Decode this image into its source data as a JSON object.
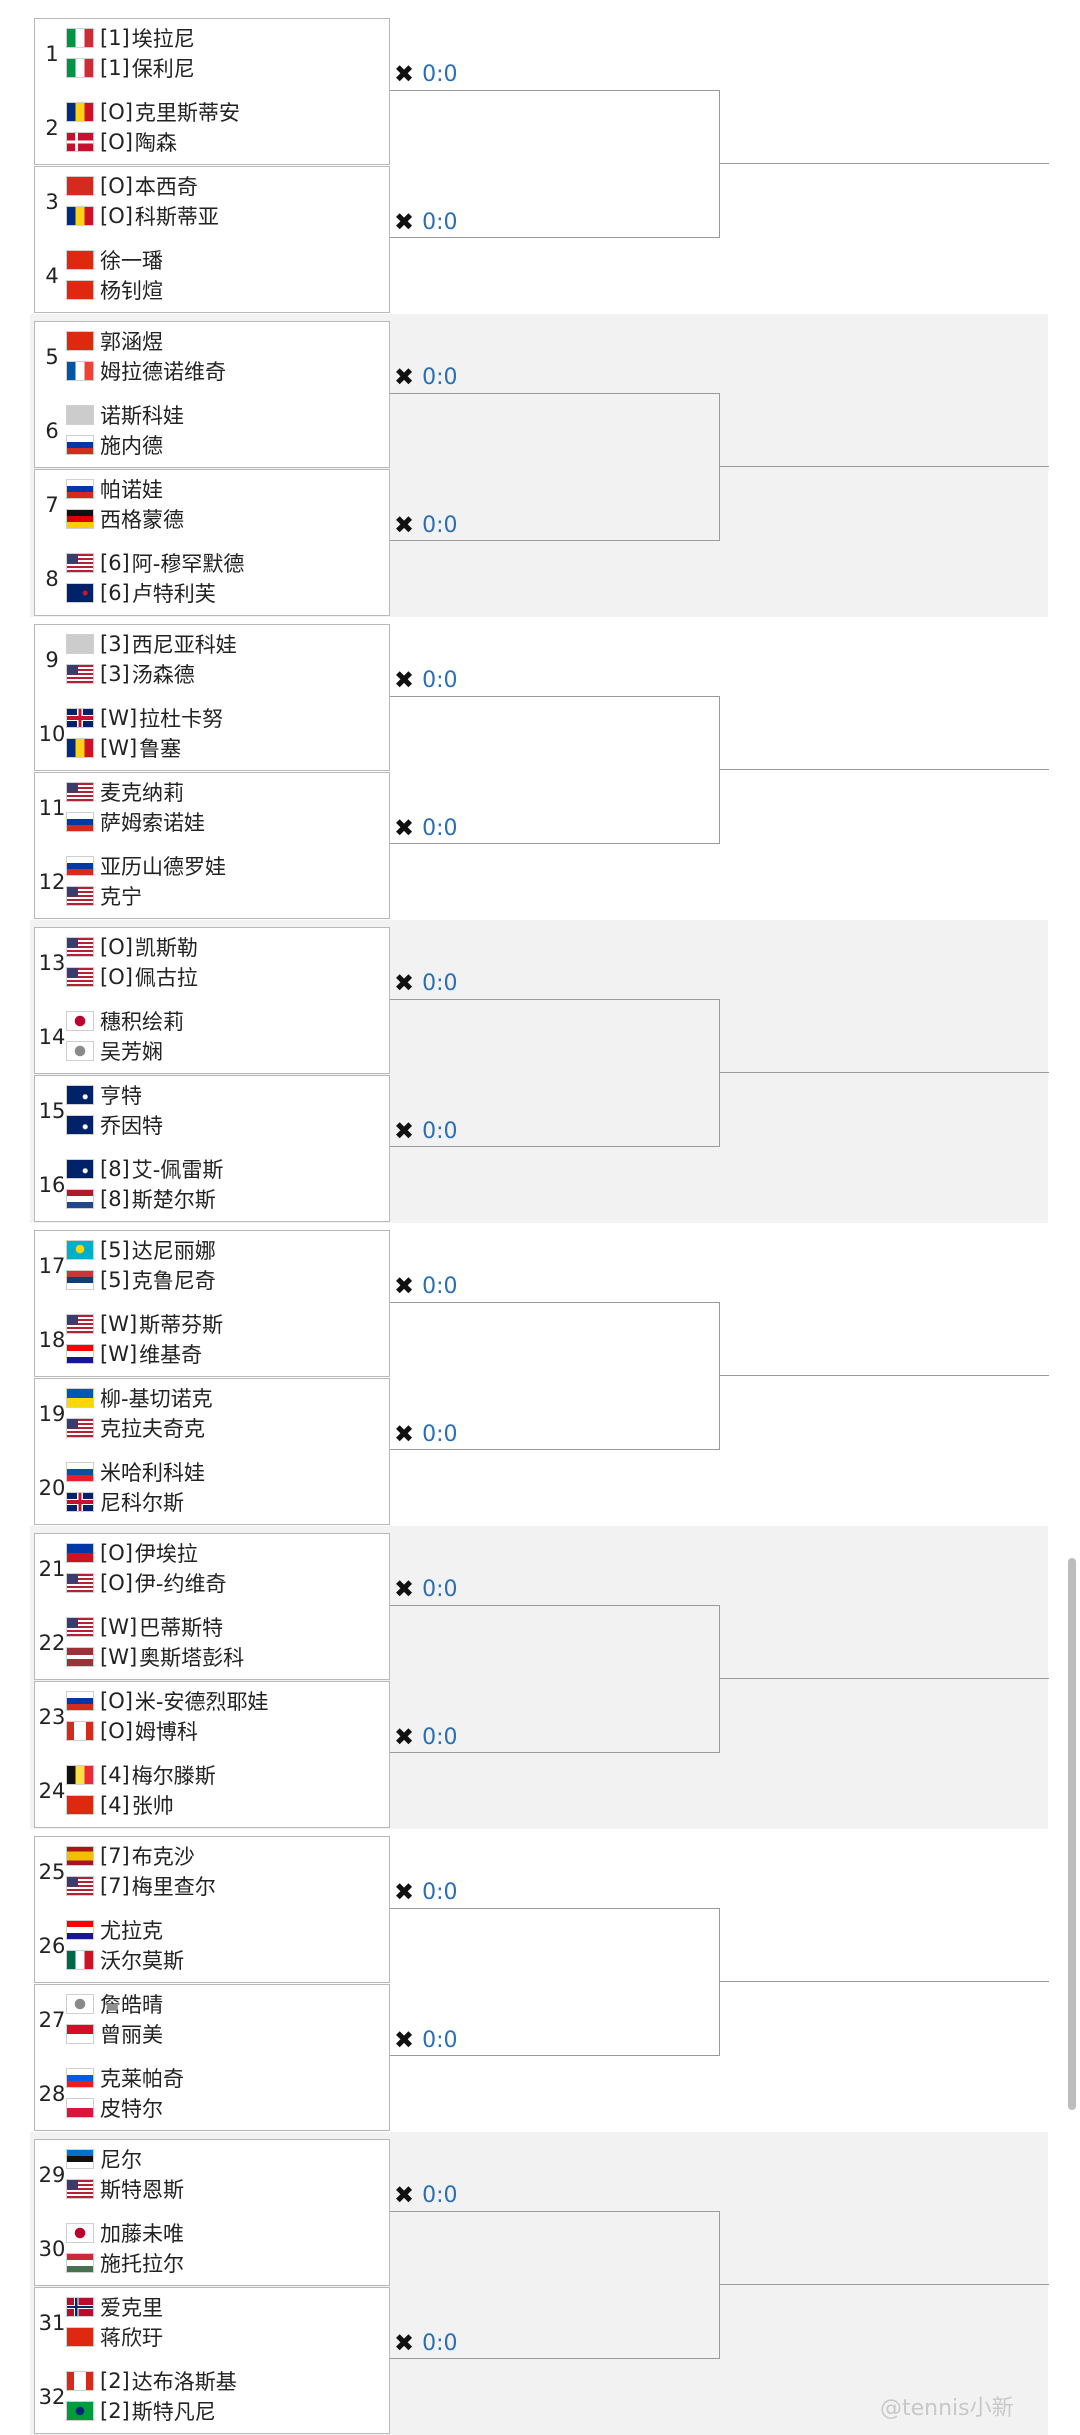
{
  "score_text": "0:0",
  "watermark": "@tennis小新",
  "entries": [
    {
      "num": "1",
      "p1": {
        "flag": "it",
        "seed": "[1]",
        "name": "埃拉尼"
      },
      "p2": {
        "flag": "it",
        "seed": "[1]",
        "name": "保利尼"
      }
    },
    {
      "num": "2",
      "p1": {
        "flag": "ro",
        "seed": "[O]",
        "name": "克里斯蒂安"
      },
      "p2": {
        "flag": "dk",
        "seed": "[O]",
        "name": "陶森"
      }
    },
    {
      "num": "3",
      "p1": {
        "flag": "ch",
        "seed": "[O]",
        "name": "本西奇"
      },
      "p2": {
        "flag": "ro",
        "seed": "[O]",
        "name": "科斯蒂亚"
      }
    },
    {
      "num": "4",
      "p1": {
        "flag": "cn",
        "seed": "",
        "name": "徐一璠"
      },
      "p2": {
        "flag": "cn",
        "seed": "",
        "name": "杨钊煊"
      }
    },
    {
      "num": "5",
      "p1": {
        "flag": "cn",
        "seed": "",
        "name": "郭涵煜"
      },
      "p2": {
        "flag": "fr",
        "seed": "",
        "name": "姆拉德诺维奇"
      }
    },
    {
      "num": "6",
      "p1": {
        "flag": "cz",
        "seed": "",
        "name": "诺斯科娃"
      },
      "p2": {
        "flag": "ru",
        "seed": "",
        "name": "施内德"
      }
    },
    {
      "num": "7",
      "p1": {
        "flag": "ru",
        "seed": "",
        "name": "帕诺娃"
      },
      "p2": {
        "flag": "de",
        "seed": "",
        "name": "西格蒙德"
      }
    },
    {
      "num": "8",
      "p1": {
        "flag": "us",
        "seed": "[6]",
        "name": "阿-穆罕默德"
      },
      "p2": {
        "flag": "nz",
        "seed": "[6]",
        "name": "卢特利芙"
      }
    },
    {
      "num": "9",
      "p1": {
        "flag": "cz",
        "seed": "[3]",
        "name": "西尼亚科娃"
      },
      "p2": {
        "flag": "us",
        "seed": "[3]",
        "name": "汤森德"
      }
    },
    {
      "num": "10",
      "p1": {
        "flag": "gb",
        "seed": "[W]",
        "name": "拉杜卡努"
      },
      "p2": {
        "flag": "ro",
        "seed": "[W]",
        "name": "鲁塞"
      }
    },
    {
      "num": "11",
      "p1": {
        "flag": "us",
        "seed": "",
        "name": "麦克纳莉"
      },
      "p2": {
        "flag": "ru",
        "seed": "",
        "name": "萨姆索诺娃"
      }
    },
    {
      "num": "12",
      "p1": {
        "flag": "ru",
        "seed": "",
        "name": "亚历山德罗娃"
      },
      "p2": {
        "flag": "us",
        "seed": "",
        "name": "克宁"
      }
    },
    {
      "num": "13",
      "p1": {
        "flag": "us",
        "seed": "[O]",
        "name": "凯斯勒"
      },
      "p2": {
        "flag": "us",
        "seed": "[O]",
        "name": "佩古拉"
      }
    },
    {
      "num": "14",
      "p1": {
        "flag": "jp",
        "seed": "",
        "name": "穗积绘莉"
      },
      "p2": {
        "flag": "tpe",
        "seed": "",
        "name": "吴芳娴"
      }
    },
    {
      "num": "15",
      "p1": {
        "flag": "au",
        "seed": "",
        "name": "亨特"
      },
      "p2": {
        "flag": "au",
        "seed": "",
        "name": "乔因特"
      }
    },
    {
      "num": "16",
      "p1": {
        "flag": "au",
        "seed": "[8]",
        "name": "艾-佩雷斯"
      },
      "p2": {
        "flag": "nl",
        "seed": "[8]",
        "name": "斯楚尔斯"
      }
    },
    {
      "num": "17",
      "p1": {
        "flag": "kz",
        "seed": "[5]",
        "name": "达尼丽娜"
      },
      "p2": {
        "flag": "rs",
        "seed": "[5]",
        "name": "克鲁尼奇"
      }
    },
    {
      "num": "18",
      "p1": {
        "flag": "us",
        "seed": "[W]",
        "name": "斯蒂芬斯"
      },
      "p2": {
        "flag": "hr",
        "seed": "[W]",
        "name": "维基奇"
      }
    },
    {
      "num": "19",
      "p1": {
        "flag": "ua",
        "seed": "",
        "name": "柳-基切诺克"
      },
      "p2": {
        "flag": "us",
        "seed": "",
        "name": "克拉夫奇克"
      }
    },
    {
      "num": "20",
      "p1": {
        "flag": "sk",
        "seed": "",
        "name": "米哈利科娃"
      },
      "p2": {
        "flag": "gb",
        "seed": "",
        "name": "尼科尔斯"
      }
    },
    {
      "num": "21",
      "p1": {
        "flag": "ph",
        "seed": "[O]",
        "name": "伊埃拉"
      },
      "p2": {
        "flag": "us",
        "seed": "[O]",
        "name": "伊-约维奇"
      }
    },
    {
      "num": "22",
      "p1": {
        "flag": "us",
        "seed": "[W]",
        "name": "巴蒂斯特"
      },
      "p2": {
        "flag": "lv",
        "seed": "[W]",
        "name": "奥斯塔彭科"
      }
    },
    {
      "num": "23",
      "p1": {
        "flag": "ru",
        "seed": "[O]",
        "name": "米-安德烈耶娃"
      },
      "p2": {
        "flag": "ca",
        "seed": "[O]",
        "name": "姆博科"
      }
    },
    {
      "num": "24",
      "p1": {
        "flag": "be",
        "seed": "[4]",
        "name": "梅尔滕斯"
      },
      "p2": {
        "flag": "cn",
        "seed": "[4]",
        "name": "张帅"
      }
    },
    {
      "num": "25",
      "p1": {
        "flag": "es",
        "seed": "[7]",
        "name": "布克沙"
      },
      "p2": {
        "flag": "us",
        "seed": "[7]",
        "name": "梅里查尔"
      }
    },
    {
      "num": "26",
      "p1": {
        "flag": "hr",
        "seed": "",
        "name": "尤拉克"
      },
      "p2": {
        "flag": "mx",
        "seed": "",
        "name": "沃尔莫斯"
      }
    },
    {
      "num": "27",
      "p1": {
        "flag": "tpe",
        "seed": "",
        "name": "詹皓晴"
      },
      "p2": {
        "flag": "id",
        "seed": "",
        "name": "曾丽美"
      }
    },
    {
      "num": "28",
      "p1": {
        "flag": "si",
        "seed": "",
        "name": "克莱帕奇"
      },
      "p2": {
        "flag": "pl",
        "seed": "",
        "name": "皮特尔"
      }
    },
    {
      "num": "29",
      "p1": {
        "flag": "ee",
        "seed": "",
        "name": "尼尔"
      },
      "p2": {
        "flag": "us",
        "seed": "",
        "name": "斯特恩斯"
      }
    },
    {
      "num": "30",
      "p1": {
        "flag": "jp",
        "seed": "",
        "name": "加藤未唯"
      },
      "p2": {
        "flag": "hu",
        "seed": "",
        "name": "施托拉尔"
      }
    },
    {
      "num": "31",
      "p1": {
        "flag": "no",
        "seed": "",
        "name": "爱克里"
      },
      "p2": {
        "flag": "cn",
        "seed": "",
        "name": "蒋欣玗"
      }
    },
    {
      "num": "32",
      "p1": {
        "flag": "ca",
        "seed": "[2]",
        "name": "达布洛斯基"
      },
      "p2": {
        "flag": "br",
        "seed": "[2]",
        "name": "斯特凡尼"
      }
    }
  ]
}
